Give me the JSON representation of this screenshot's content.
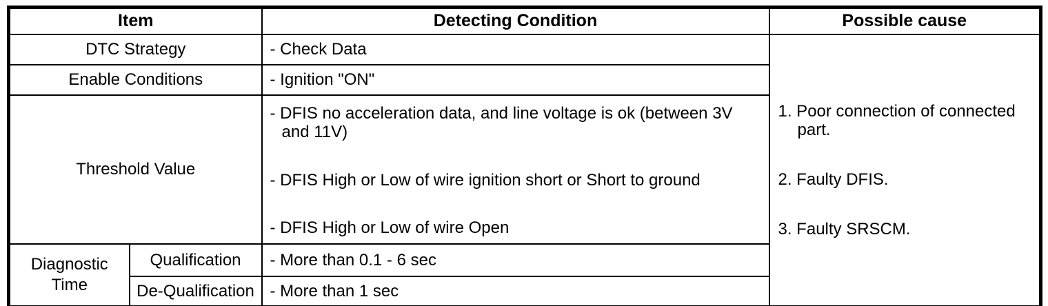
{
  "header": {
    "item": "Item",
    "detecting_condition": "Detecting Condition",
    "possible_cause": "Possible cause"
  },
  "rows": {
    "dtc_strategy": {
      "label": "DTC Strategy",
      "condition": "- Check Data"
    },
    "enable_conditions": {
      "label": "Enable Conditions",
      "condition": "- Ignition \"ON\""
    },
    "threshold": {
      "label": "Threshold Value",
      "conditions": [
        "- DFIS no acceleration data, and line voltage is ok (between 3V and 11V)",
        "- DFIS High or Low of wire ignition short or Short to ground",
        "- DFIS High or Low of wire Open"
      ]
    },
    "diagnostic_time": {
      "label": "Diagnostic Time",
      "sub_rows": [
        {
          "label": "Qualification",
          "condition": "- More than 0.1 - 6 sec"
        },
        {
          "label": "De-Qualification",
          "condition": "- More than 1 sec"
        }
      ]
    }
  },
  "possible_causes": [
    "1. Poor connection of connected part.",
    "2. Faulty DFIS.",
    "3. Faulty SRSCM."
  ],
  "colors": {
    "border": "#000000",
    "text": "#000000",
    "background": "#ffffff"
  }
}
